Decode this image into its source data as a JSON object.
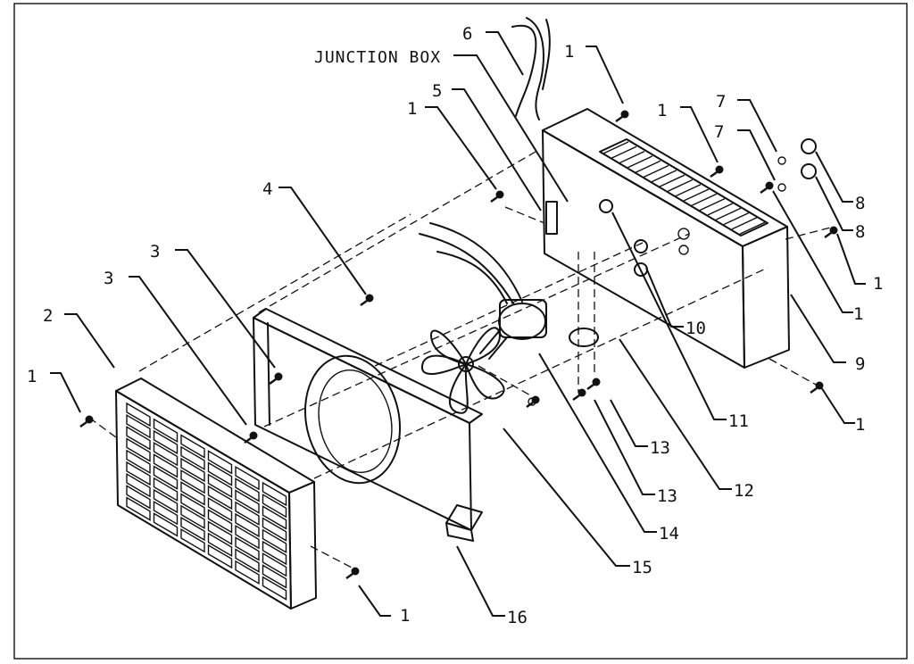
{
  "callouts": {
    "c1_top": "1",
    "c1_upper_mid": "1",
    "c1_left_mid": "1",
    "c1_far_left": "1",
    "c1_right_a": "1",
    "c1_right_b": "1",
    "c1_right_c": "1",
    "c1_bottom": "1",
    "c2": "2",
    "c3_a": "3",
    "c3_b": "3",
    "c4": "4",
    "c5": "5",
    "c6": "6",
    "c7_a": "7",
    "c7_b": "7",
    "c8_a": "8",
    "c8_b": "8",
    "c9": "9",
    "c10": "10",
    "c11": "11",
    "c12": "12",
    "c13_a": "13",
    "c13_b": "13",
    "c14": "14",
    "c15": "15",
    "c16": "16"
  },
  "labels": {
    "junction_box": "JUNCTION BOX"
  }
}
